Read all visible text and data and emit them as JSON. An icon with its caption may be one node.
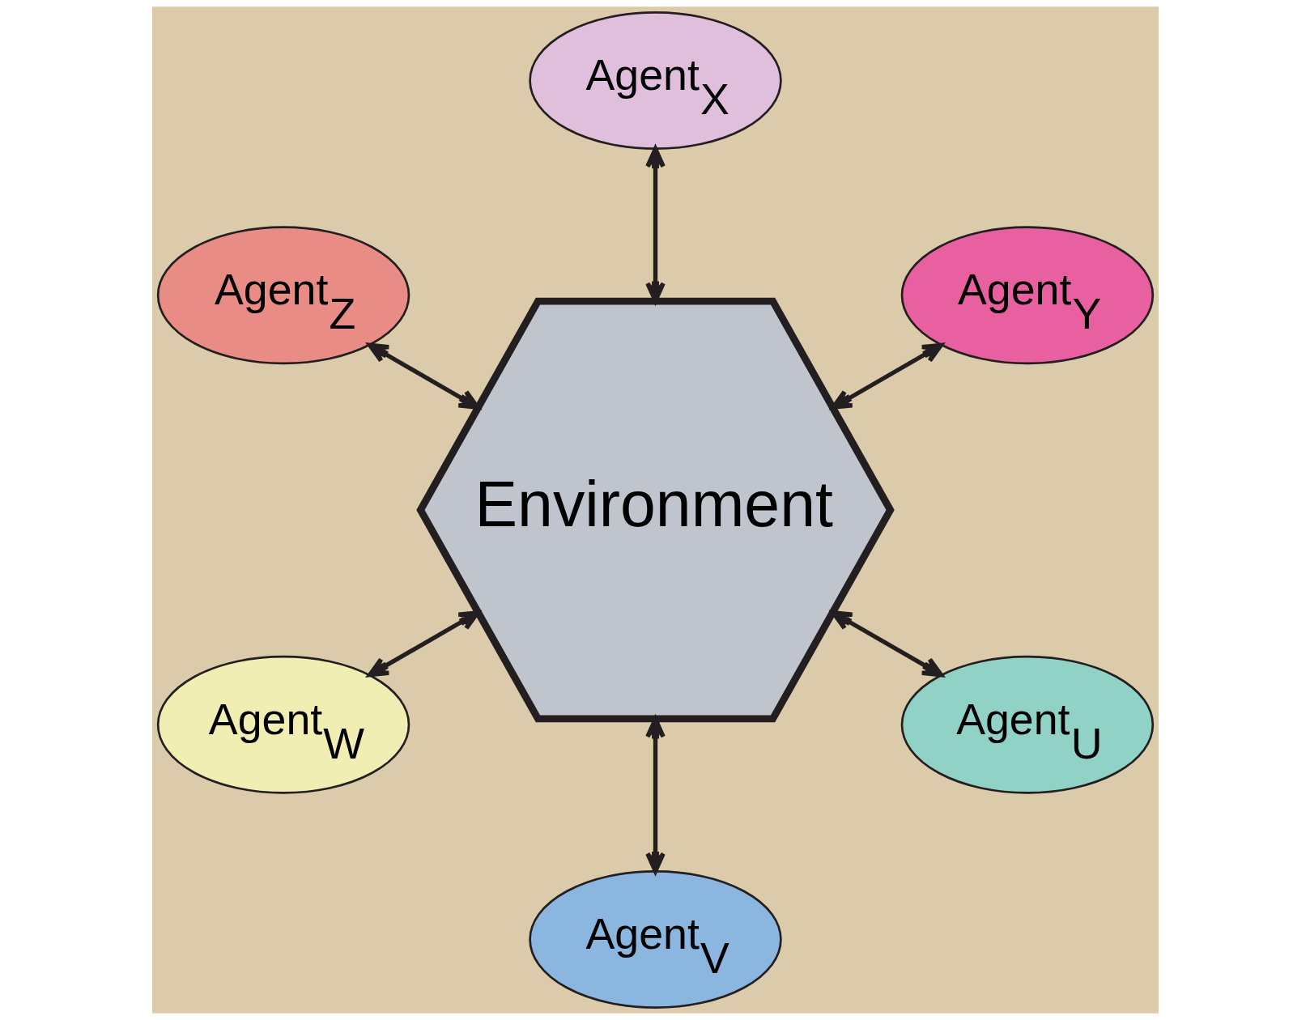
{
  "diagram": {
    "nodes": [
      {
        "text": [
          "Agent$_{Y}$"
        ]
      },
      {
        "text": [
          "Agent$_{X}$"
        ]
      },
      {
        "text": [
          "Agent$_{Z}$"
        ]
      },
      {
        "text": [
          "Environment"
        ]
      },
      {
        "text": [
          "Agent$_{W}$"
        ]
      },
      {
        "text": [
          "Agent$_{V}$"
        ]
      },
      {
        "text": [
          "Agent$_{U}$"
        ]
      }
    ],
    "edges": [
      {
        "from": 3,
        "to": 0,
        "arrow": "both"
      },
      {
        "from": 3,
        "to": 2,
        "arrow": "both"
      },
      {
        "from": 3,
        "to": 5,
        "arrow": "both"
      },
      {
        "from": 3,
        "to": 6,
        "arrow": "both"
      },
      {
        "from": 3,
        "to": 4,
        "arrow": "both"
      },
      {
        "from": 3,
        "to": 1,
        "arrow": "both"
      }
    ]
  }
}
